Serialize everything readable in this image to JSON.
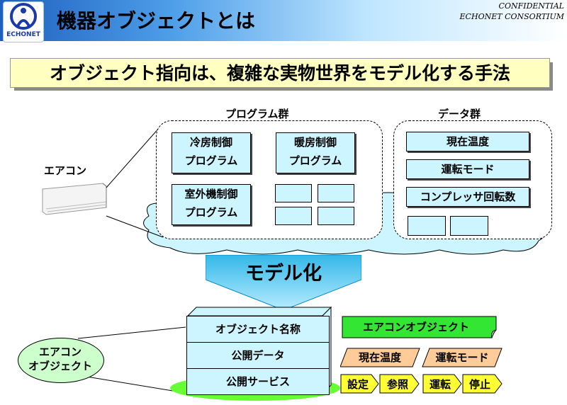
{
  "header": {
    "logo_text": "ECHONET",
    "title": "機器オブジェクトとは",
    "confidential": "CONFIDENTIAL",
    "consortium": "ECHONET CONSORTIUM"
  },
  "subtitle": "オブジェクト指向は、複雑な実物世界をモデル化する手法",
  "real_world": {
    "device_label": "エアコン",
    "program_group": {
      "label": "プログラム群",
      "programs": [
        {
          "line1": "冷房制御",
          "line2": "プログラム"
        },
        {
          "line1": "暖房制御",
          "line2": "プログラム"
        },
        {
          "line1": "室外機制御",
          "line2": "プログラム"
        }
      ]
    },
    "data_group": {
      "label": "データ群",
      "items": [
        "現在温度",
        "運転モード",
        "コンプレッサ回転数"
      ]
    }
  },
  "arrow_label": "モデル化",
  "object_model": {
    "bubble_line1": "エアコン",
    "bubble_line2": "オブジェクト",
    "layers": [
      "オブジェクト名称",
      "公開データ",
      "公開サービス"
    ],
    "object_name": "エアコンオブジェクト",
    "data_tags": [
      "現在温度",
      "運転モード"
    ],
    "service_tags": [
      "設定",
      "参照",
      "運転",
      "停止"
    ]
  },
  "colors": {
    "box_fill": "#ccf5ff",
    "subtitle_fill": "#ffffbf",
    "object_name_fill": "#33e633",
    "data_tag_fill": "#ffcc99",
    "service_tag_fill": "#ffff33",
    "bubble_fill": "#ccffcc",
    "cloud_fill": "#ccf5ff"
  }
}
